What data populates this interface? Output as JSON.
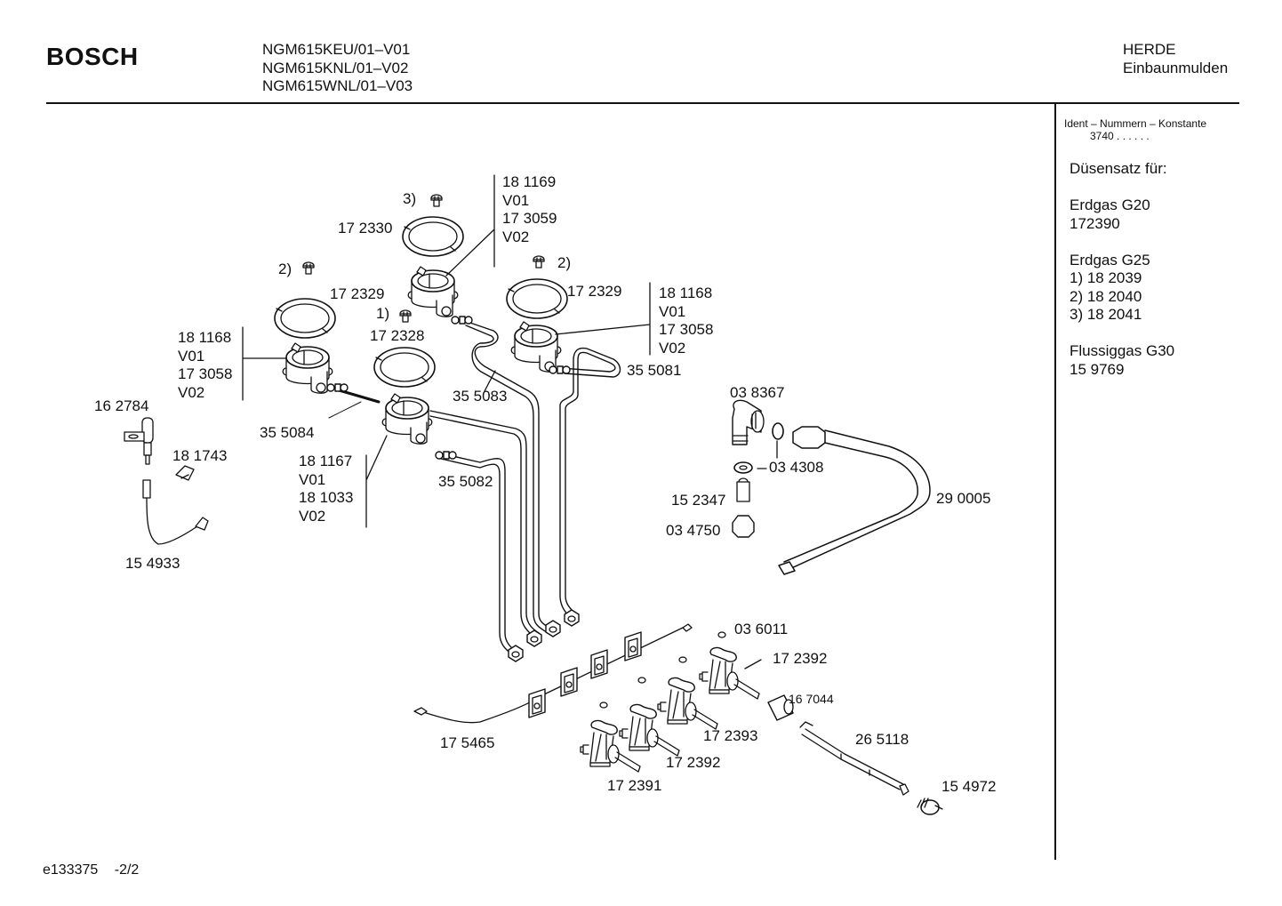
{
  "header": {
    "brand": "BOSCH",
    "models": [
      "NGM615KEU/01–V01",
      "NGM615KNL/01–V02",
      "NGM615WNL/01–V03"
    ],
    "category": [
      "HERDE",
      "Einbaunmulden"
    ]
  },
  "sidebar": {
    "ident_title": "Ident – Nummern – Konstante",
    "ident_value": "3740  .  .     .  .  .  .",
    "nozzle_heading": "Düsensatz für:",
    "groups": [
      {
        "title": "Erdgas G20",
        "lines": [
          "172390"
        ]
      },
      {
        "title": "Erdgas G25",
        "lines": [
          "1) 18 2039",
          "2) 18 2040",
          "3) 18 2041"
        ]
      },
      {
        "title": "Flussiggas G30",
        "lines": [
          "15 9769"
        ]
      }
    ]
  },
  "parts": {
    "burner_top_ref": "3)",
    "burner_top_ring": "17 2330",
    "burner_top_body": [
      "18 1169",
      "V01",
      "17 3059",
      "V02"
    ],
    "burner_left_ref": "2)",
    "burner_left_ring": "17 2329",
    "burner_left_body": [
      "18 1168",
      "V01",
      "17 3058",
      "V02"
    ],
    "burner_center_ref": "1)",
    "burner_center_ring": "17 2328",
    "burner_center_body": [
      "18 1167",
      "V01",
      "18 1033",
      "V02"
    ],
    "burner_right_ref": "2)",
    "burner_right_ring": "17 2329",
    "burner_right_body": [
      "18 1168",
      "V01",
      "17 3058",
      "V02"
    ],
    "pipe_355081": "35 5081",
    "pipe_355082": "35 5082",
    "pipe_355083": "35 5083",
    "pipe_355084": "35 5084",
    "ignition_electrode": "16 2784",
    "clip": "18 1743",
    "ignition_cable": "15 4933",
    "elbow": "03 8367",
    "seal": "03 4308",
    "nozzle": "15 2347",
    "nut": "03 4750",
    "gas_pipe": "29 0005",
    "washer": "03 6011",
    "valve_a": "17 2392",
    "valve_b": "17 2393",
    "valve_c": "17 2392",
    "valve_d": "17 2391",
    "bracket_wire": "17 5465",
    "sleeve": "16 7044",
    "switch_rod": "26 5118",
    "ignition_switch": "15 4972"
  },
  "footer": {
    "doc_id": "e133375",
    "page": "-2/2"
  }
}
